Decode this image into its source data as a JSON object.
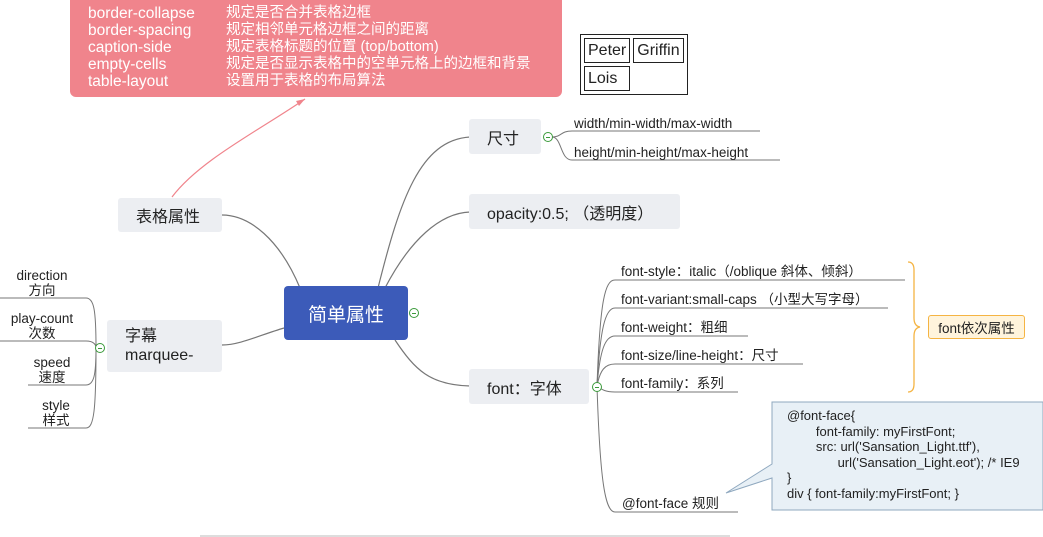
{
  "note": {
    "rows": [
      {
        "key": "border-collapse",
        "desc": "规定是否合并表格边框"
      },
      {
        "key": "border-spacing",
        "desc": "规定相邻单元格边框之间的距离"
      },
      {
        "key": "caption-side",
        "desc": "规定表格标题的位置 (top/bottom)"
      },
      {
        "key": "empty-cells",
        "desc": "规定是否显示表格中的空单元格上的边框和背景"
      },
      {
        "key": "table-layout",
        "desc": "设置用于表格的布局算法"
      }
    ]
  },
  "demo_table": {
    "cells": [
      [
        "Peter",
        "Griffin"
      ],
      [
        "Lois",
        ""
      ]
    ]
  },
  "central": {
    "label": "简单属性"
  },
  "topics": {
    "size": {
      "label": "尺寸",
      "children": [
        "width/min-width/max-width",
        "height/min-height/max-height"
      ]
    },
    "opacity": {
      "label": "opacity:0.5; （透明度）"
    },
    "font": {
      "label": "font：字体",
      "children": [
        "font-style：italic（/oblique 斜体、倾斜）",
        "font-variant:small-caps （小型大写字母）",
        "font-weight：粗细",
        "font-size/line-height：尺寸",
        "font-family：系列",
        "@font-face 规则"
      ],
      "summary": "font依次属性",
      "fontface_code": "@font-face{\n        font-family: myFirstFont;\n        src: url('Sansation_Light.ttf'),\n              url('Sansation_Light.eot'); /* IE9\n}\ndiv { font-family:myFirstFont; }"
    },
    "table": {
      "label": "表格属性"
    },
    "marquee": {
      "label_line1": "字幕",
      "label_line2": "marquee-",
      "children": [
        {
          "en": "direction",
          "zh": "方向"
        },
        {
          "en": "play-count",
          "zh": "次数"
        },
        {
          "en": "speed",
          "zh": "速度"
        },
        {
          "en": "style",
          "zh": "样式"
        }
      ]
    }
  },
  "colors": {
    "central": "#3c5bb9",
    "topic_bg": "#eceef2",
    "note_bg": "#f0848c",
    "summary_border": "#f5b443",
    "callout_bg": "#e8f0f6",
    "line": "#666666"
  }
}
